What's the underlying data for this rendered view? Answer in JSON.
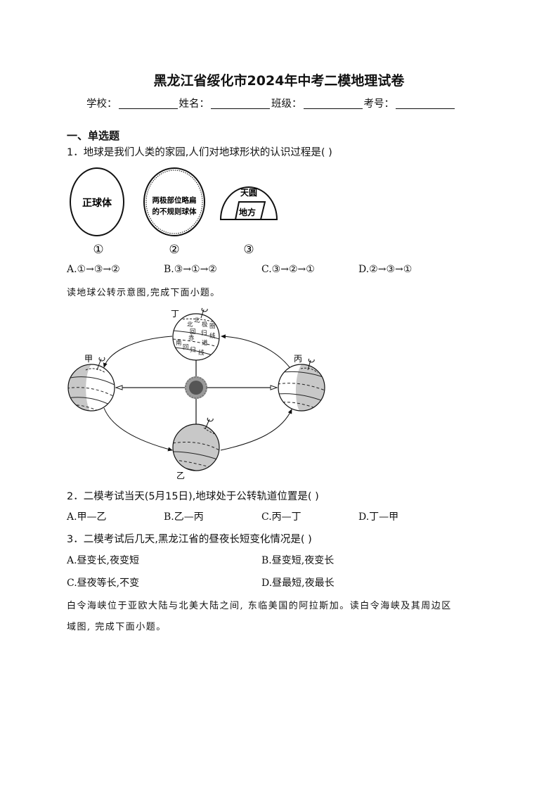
{
  "header": {
    "title": "黑龙江省绥化市2024年中考二模地理试卷",
    "fields": [
      {
        "label": "学校："
      },
      {
        "label": "姓名："
      },
      {
        "label": "班级："
      },
      {
        "label": "考号："
      }
    ]
  },
  "section": {
    "title": "一、单选题"
  },
  "q1": {
    "stem": "1．地球是我们人类的家园,人们对地球形状的认识过程是(   )",
    "figure": {
      "shape1_text": "正球体",
      "shape2_line1": "两极部位略扁",
      "shape2_line2": "的不规则球体",
      "shape3_top": "天圆",
      "shape3_bottom": "地方",
      "label1": "①",
      "label2": "②",
      "label3": "③"
    },
    "options": [
      {
        "label": "A.①→③→②"
      },
      {
        "label": "B.③→①→②"
      },
      {
        "label": "C.③→②→①"
      },
      {
        "label": "D.②→③→①"
      }
    ]
  },
  "reading1": {
    "text": "读地球公转示意图,完成下面小题。"
  },
  "orbit_figure": {
    "positions": {
      "top": "丁",
      "left": "甲",
      "right": "丙",
      "bottom": "乙"
    },
    "globe_labels": [
      "北极圈",
      "北回归线",
      "赤道",
      "南回归线"
    ],
    "globe_chars": {
      "c1": "北",
      "c2": "北",
      "c3": "极",
      "c4": "圈",
      "c5": "回",
      "c6": "归",
      "c7": "线",
      "c8": "赤",
      "c9": "道",
      "c10": "南",
      "c11": "回",
      "c12": "归",
      "c13": "线"
    }
  },
  "q2": {
    "stem": "2．二模考试当天(5月15日),地球处于公转轨道位置是(   )",
    "options": [
      {
        "label": "A.甲—乙"
      },
      {
        "label": "B.乙—丙"
      },
      {
        "label": "C.丙—丁"
      },
      {
        "label": "D.丁—甲"
      }
    ]
  },
  "q3": {
    "stem": "3．二模考试后几天,黑龙江省的昼夜长短变化情况是(   )",
    "options": [
      {
        "label": "A.昼变长,夜变短"
      },
      {
        "label": "B.昼变短,夜变长"
      },
      {
        "label": "C.昼夜等长,不变"
      },
      {
        "label": "D.昼最短,夜最长"
      }
    ]
  },
  "reading2": {
    "line1": "白令海峡位于亚欧大陆与北美大陆之间, 东临美国的阿拉斯加。读白令海峡及其周边区",
    "line2": "域图, 完成下面小题。"
  }
}
